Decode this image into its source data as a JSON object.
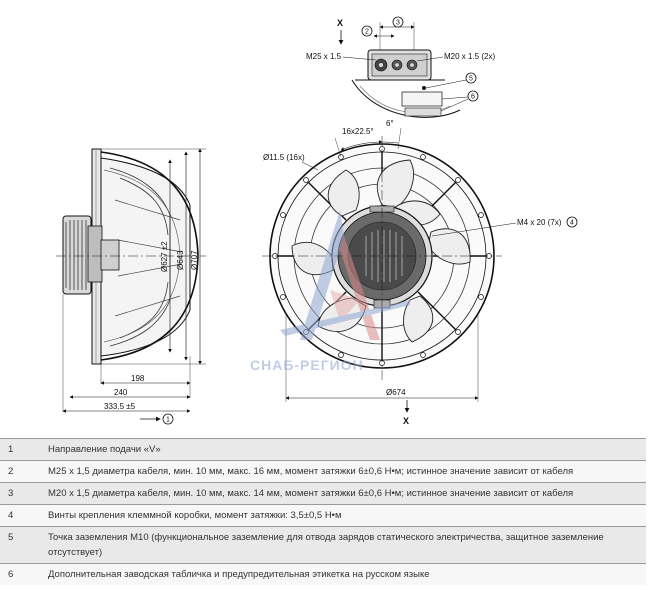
{
  "drawing": {
    "callouts": [
      "1",
      "2",
      "3",
      "4",
      "5",
      "6"
    ],
    "side_view": {
      "dim_198": "198",
      "dim_240": "240",
      "dim_333": "333.5 ±5",
      "dia_627": "Ø627 ±2",
      "dia_643": "Ø643",
      "dia_707": "Ø707"
    },
    "front_view": {
      "holes": "Ø11.5 (16x)",
      "angle": "16x22.5°",
      "angle6": "6°",
      "screws": "M4 x 20 (7x)",
      "dia_674": "Ø674",
      "x_label": "X"
    },
    "terminal_box": {
      "x_label": "X",
      "left_thread": "M25 x 1.5",
      "right_thread": "M20 x 1.5 (2x)"
    },
    "watermark": "СНАБ-РЕГИОН"
  },
  "notes": [
    {
      "num": "1",
      "text": "Направление подачи «V»"
    },
    {
      "num": "2",
      "text": "M25 x 1,5 диаметра кабеля, мин. 10 мм, макс. 16 мм, момент затяжки 6±0,6 Н•м; истинное значение зависит от кабеля"
    },
    {
      "num": "3",
      "text": "M20 x 1,5 диаметра кабеля, мин. 10 мм, макс. 14 мм, момент затяжки 6±0,6 Н•м; истинное значение зависит от кабеля"
    },
    {
      "num": "4",
      "text": "Винты крепления клеммной коробки, момент затяжки: 3,5±0,5 Н•м"
    },
    {
      "num": "5",
      "text": "Точка заземления M10 (функциональное заземление для отвода зарядов статического электричества, защитное заземление отсутствует)"
    },
    {
      "num": "6",
      "text": "Дополнительная заводская табличка и предупредительная этикетка на русском языке"
    }
  ]
}
